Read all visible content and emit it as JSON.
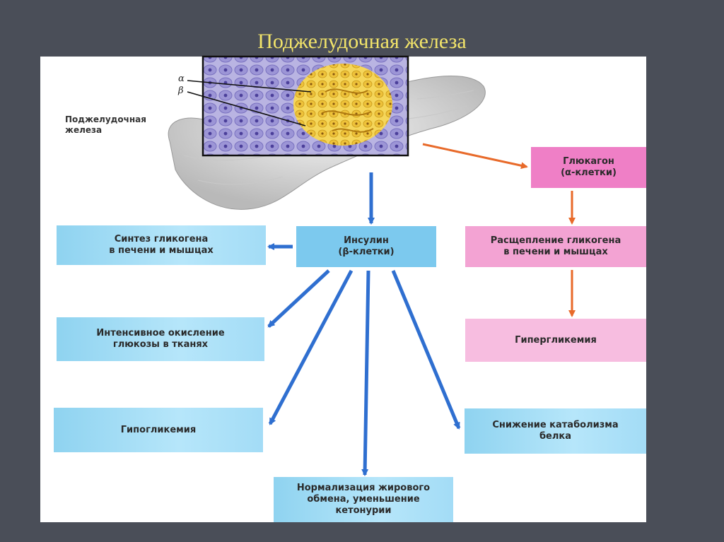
{
  "title": "Поджелудочная железа",
  "organ_label": "Поджелудочная\nжелеза",
  "cell_labels": {
    "alpha": "α",
    "beta": "β"
  },
  "boxes": {
    "glucagon": "Глюкагон\n(α-клетки)",
    "insulin": "Инсулин\n(β-клетки)",
    "glycogen_synthesis": "Синтез гликогена\nв печени и мышцах",
    "glycogen_breakdown": "Расщепление гликогена\nв печени и мышцах",
    "glucose_oxidation": "Интенсивное окисление\nглюкозы в тканях",
    "hyperglycemia": "Гипергликемия",
    "hypoglycemia": "Гипогликемия",
    "protein_catabolism": "Снижение катаболизма\nбелка",
    "fat_metabolism": "Нормализация жирового\nобмена, уменьшение\nкетонурии"
  },
  "colors": {
    "background": "#4a4e58",
    "title": "#f2e46a",
    "insulin_arrows": "#2f6fd0",
    "glucagon_arrows": "#e86a2a"
  }
}
